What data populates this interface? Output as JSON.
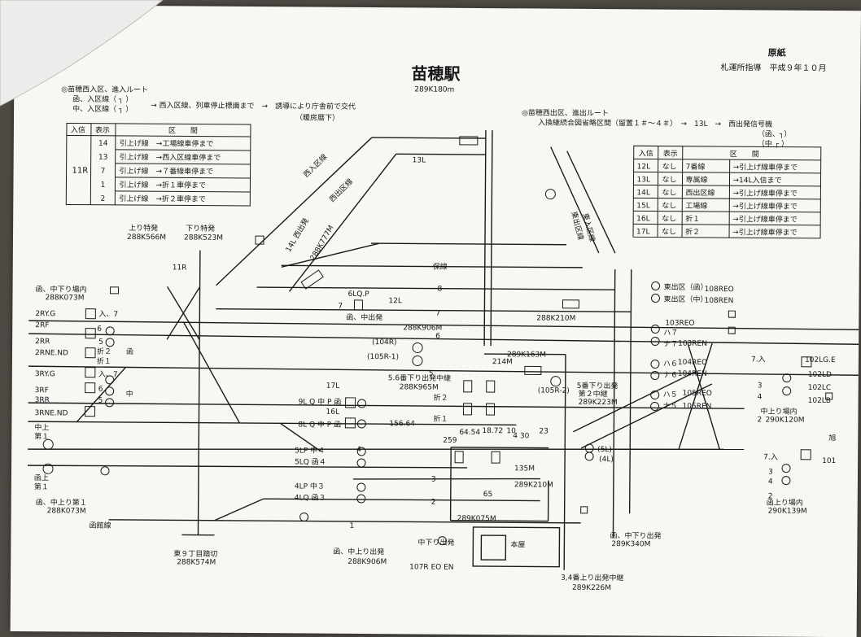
{
  "header": {
    "title": "苗穂駅",
    "station_km": "289K180m",
    "stamp": "原紙",
    "issuer": "札運所指導　平成９年１０月"
  },
  "west_entry": {
    "heading": "◎苗穂西入区、進入ルート",
    "route_hako": "函、入区線（ ┐ ）",
    "route_naka": "中、入区線（ ┐ ）",
    "flow": "→ 西入区線、列車停止標識まで　→　誘導により庁舎前で交代",
    "flow_note": "（暖房暦下）"
  },
  "east_exit": {
    "heading": "◎苗穂西出区、進出ルート",
    "line2": "入換継続合図省略区間（留置１＃～４＃）　→　13L　→　西出発信号機",
    "sig_hako": "（函、┐）",
    "sig_naka": "（中 ┌ ）"
  },
  "west_table": {
    "headers": [
      "入信",
      "表示",
      "区　　間"
    ],
    "signal": "11R",
    "rows": [
      {
        "disp": "14",
        "sect": "引上げ線　→工場線車停まで"
      },
      {
        "disp": "13",
        "sect": "引上げ線　→西入区線車停まで"
      },
      {
        "disp": "7",
        "sect": "引上げ線　→７番線車停まで"
      },
      {
        "disp": "1",
        "sect": "引上げ線　→折１車停まで"
      },
      {
        "disp": "2",
        "sect": "引上げ線　→折２車停まで"
      }
    ]
  },
  "east_table": {
    "headers": [
      "入信",
      "表示",
      "区　　間"
    ],
    "rows": [
      {
        "sig": "12L",
        "disp": "なし",
        "line": "7番線",
        "dest": "→引上げ線車停まで"
      },
      {
        "sig": "13L",
        "disp": "なし",
        "line": "専属線",
        "dest": "→14L入信まで"
      },
      {
        "sig": "14L",
        "disp": "なし",
        "line": "西出区線",
        "dest": "→引上げ線車停まで"
      },
      {
        "sig": "15L",
        "disp": "なし",
        "line": "工場線",
        "dest": "→引上げ線車停まで"
      },
      {
        "sig": "16L",
        "disp": "なし",
        "line": "折１",
        "dest": "→引上げ線車停まで"
      },
      {
        "sig": "17L",
        "disp": "なし",
        "line": "折２",
        "dest": "→引上げ線車停まで"
      }
    ]
  },
  "labels": {
    "up_express": "上り特発",
    "up_express_km": "288K566M",
    "down_express": "下り特発",
    "down_express_km": "288K523M",
    "sig_11r": "11R",
    "sig_13l": "13L",
    "west_in_a": "西入区線",
    "west_in_b": "西出区線",
    "west_out_sig": "14L 西出発",
    "west_out_km": "288K777M",
    "hako_naka_in": "函、中下り場内",
    "hako_naka_in_km": "288K073M",
    "hoken": "保線",
    "t8": "8",
    "t7": "7",
    "t6": "6",
    "t5": "5",
    "t4": "4",
    "t3": "3",
    "t2": "2",
    "t1": "1",
    "lq_p": "6LQ.P",
    "lq_7": "7",
    "sig_12l": "12L",
    "hako_naka_out": "函、中出発",
    "km_210": "288K210M",
    "km_906": "288K906M",
    "sig_104r": "(104R)",
    "sig_105r1": "(105R-1)",
    "km_163": "289K163M",
    "km_214": "214M",
    "mid_56": "5.6番下り出発中継",
    "km_965": "288K965M",
    "ori2": "折２",
    "ori1": "折１",
    "sig_17l": "17L",
    "sig_16l": "16L",
    "nine_lq": "9L Q 中 P 函",
    "eight_lq": "8L Q 中 P 函",
    "ori1b": "折1",
    "d_156": "156.64",
    "d_6454": "64.54",
    "d_1872": "18.72",
    "d_10": "10",
    "d_430": "4 30",
    "d_23": "23",
    "d_259": "259",
    "d_135": "135M",
    "d_65": "65",
    "km_210b": "289K210M",
    "km_075": "289K075M",
    "lp5": "5LP 中４",
    "lq5": "5LQ 函４",
    "lp4": "4LP 中３",
    "lq4": "4LQ 函３",
    "mid5": "5番下り出発",
    "mid5b": "第２中継",
    "km_223": "289K223M",
    "sig_105r2": "(105R-2)",
    "sig_5l": "(5L)",
    "sig_4l": "(4L)",
    "east_out_hako": "東出区（函）",
    "east_out_naka": "東出区（中）",
    "km_108reo": "108REO",
    "km_108ren": "108REN",
    "h7": "ハ７",
    "n7": "ナ７",
    "km_103reo": "103REO",
    "km_103ren": "103REN",
    "h6": "ハ６",
    "n6": "ナ６",
    "km_104reo": "104REO",
    "km_104ren": "104REN",
    "h5": "ハ５",
    "n5": "ナ５",
    "km_105reo": "105REO",
    "km_105ren": "105REN",
    "naka_kudari_in": "中上り場内",
    "km_290_120": "290K120M",
    "hako_up_in": "函上り場内",
    "km_290_139": "290K139M",
    "e_7in": "7.入",
    "e_3": "3",
    "e_4": "4",
    "e_2": "2",
    "r_102lg": "102LG.E",
    "r_102ld": "102LD",
    "r_102lc": "102LC",
    "r_102lb": "102LB",
    "r_101": "101",
    "naka_kudari_in2": "中下り場内",
    "w_2ryg": "2RY.G",
    "w_2rf": "2RF",
    "w_2rr": "2RR",
    "w_2rne": "2RNE.ND",
    "w_3ryg": "3RY.G",
    "w_3rf": "3RF",
    "w_3rr": "3RR",
    "w_3rne": "3RNE.ND",
    "in7a": "入、7",
    "in7b": "入、7",
    "s6a": "6",
    "s5a": "5",
    "s6b": "6",
    "s5b": "5",
    "ori12": "折２",
    "ori11": "折１",
    "hako": "函",
    "naka": "中",
    "naka_up_1": "中上\n第１",
    "hako_up_1": "函上\n第１",
    "hako_naka_up1": "函、中上り第１",
    "km_073": "288K073M",
    "hakko": "函館線",
    "crossing": "東９丁目踏切",
    "crossing_km": "288K574M",
    "hako_naka_out2": "函、中上り出発",
    "km_906b": "288K906M",
    "naka_kudari_out": "中下り出発",
    "sig_107r": "107R EO EN",
    "honya": "本屋",
    "hako_naka_out3": "函、中下り出発",
    "km_340": "289K340M",
    "mid34": "3,4番上り出発中継",
    "km_226": "289K226M",
    "east_in_1": "東出区線",
    "east_in_2": "東入区線",
    "asahi": "旭"
  }
}
